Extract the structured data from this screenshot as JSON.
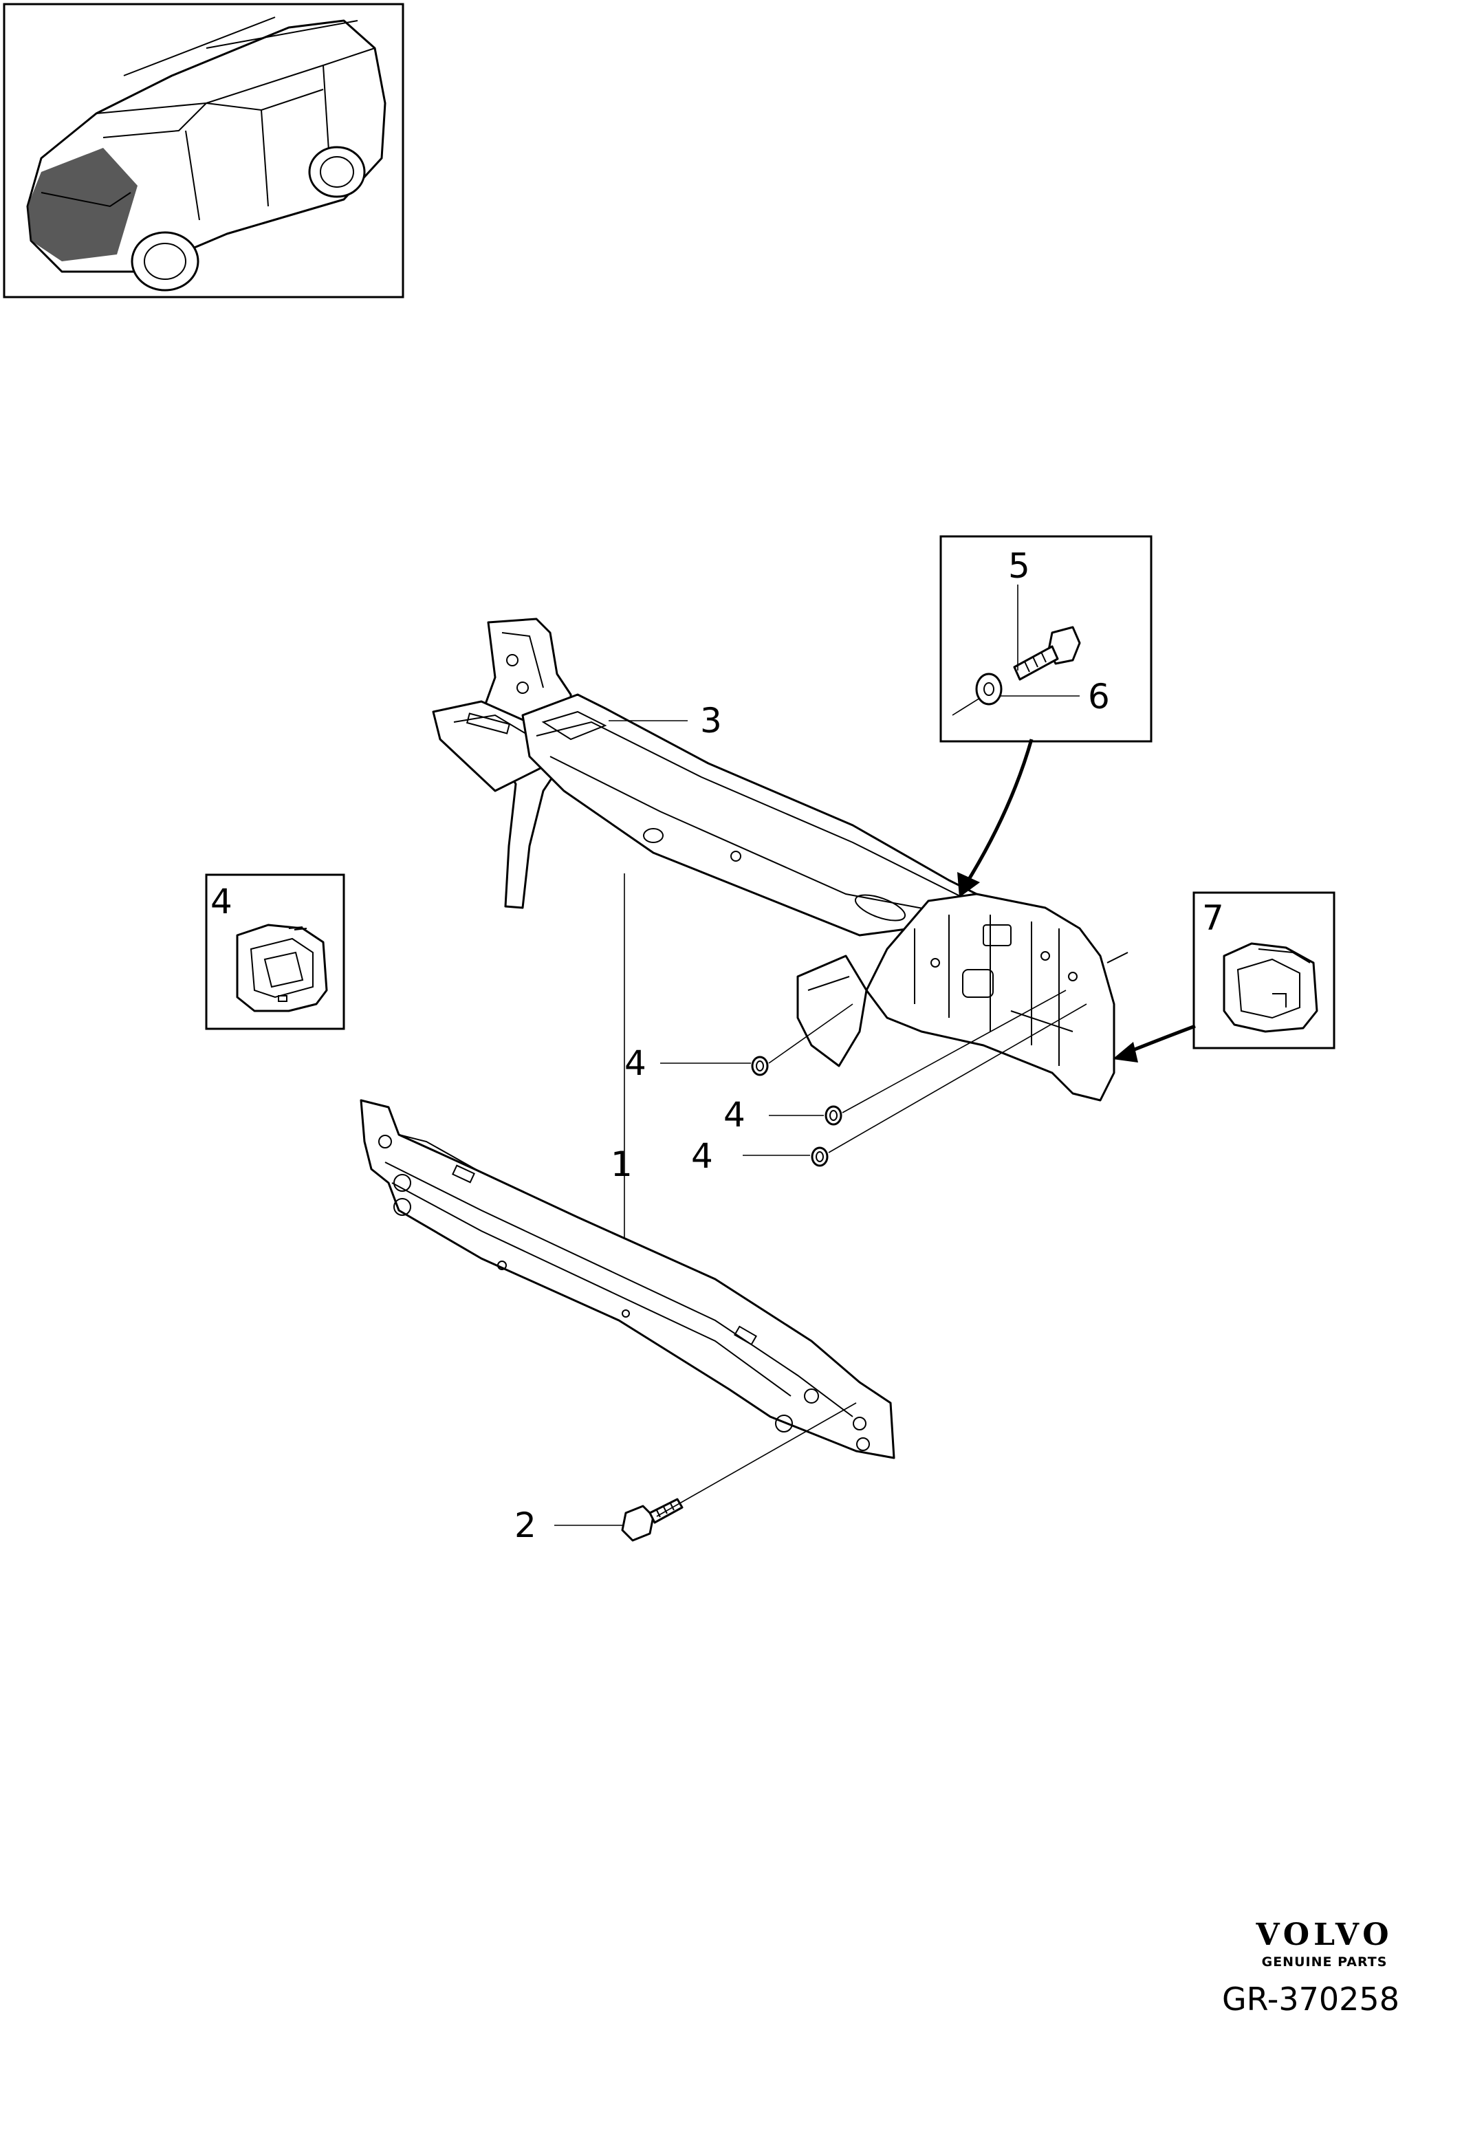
{
  "callouts": {
    "c1": "1",
    "c2": "2",
    "c3": "3",
    "c4a": "4",
    "c4b": "4",
    "c4c": "4",
    "c4_inset": "4",
    "c5": "5",
    "c6": "6",
    "c7": "7"
  },
  "logo": {
    "brand": "VOLVO",
    "tagline": "GENUINE PARTS"
  },
  "reference": "GR-370258"
}
